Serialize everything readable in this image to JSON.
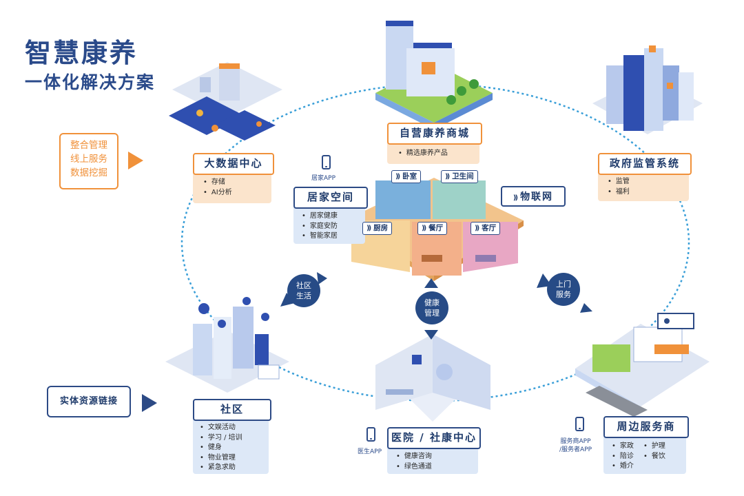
{
  "title": {
    "line1": "智慧康养",
    "line2": "一体化解决方案"
  },
  "left_panel": {
    "items": [
      "整合管理",
      "线上服务",
      "数据挖掘"
    ],
    "bottom_label": "实体资源链接"
  },
  "nodes": {
    "big_data": {
      "title": "大数据中心",
      "items": [
        "存储",
        "AI分析"
      ]
    },
    "mall": {
      "title": "自营康养商城",
      "items": [
        "精选康养产品"
      ]
    },
    "gov": {
      "title": "政府监管系统",
      "items": [
        "监管",
        "福利"
      ]
    },
    "home": {
      "title": "居家空间",
      "items": [
        "居家健康",
        "家庭安防",
        "智能家居"
      ],
      "app": "居家APP"
    },
    "community": {
      "title": "社区",
      "items": [
        "文娱活动",
        "学习 / 培训",
        "健身",
        "物业管理",
        "紧急求助"
      ]
    },
    "hospital": {
      "title": "医院 / 社康中心",
      "items": [
        "健康咨询",
        "绿色通道"
      ],
      "app": "医生APP"
    },
    "vendor": {
      "title": "周边服务商",
      "items": [
        "家政",
        "护理",
        "陪诊",
        "餐饮",
        "婚介"
      ],
      "app_line1": "服务商APP",
      "app_line2": "/服务者APP"
    }
  },
  "iot_label": "物联网",
  "rooms": {
    "bedroom": "卧室",
    "bathroom": "卫生间",
    "kitchen": "厨房",
    "dining": "餐厅",
    "living": "客厅"
  },
  "circles": {
    "community_life": [
      "社区",
      "生活"
    ],
    "home_service": [
      "上门",
      "服务"
    ],
    "health_mgmt": [
      "健康",
      "管理"
    ]
  },
  "colors": {
    "navy": "#2c4a85",
    "orange": "#f0913a",
    "orange_bg": "#fbe4cc",
    "blue_bg": "#dde8f7",
    "ring": "#3a9fd8"
  }
}
